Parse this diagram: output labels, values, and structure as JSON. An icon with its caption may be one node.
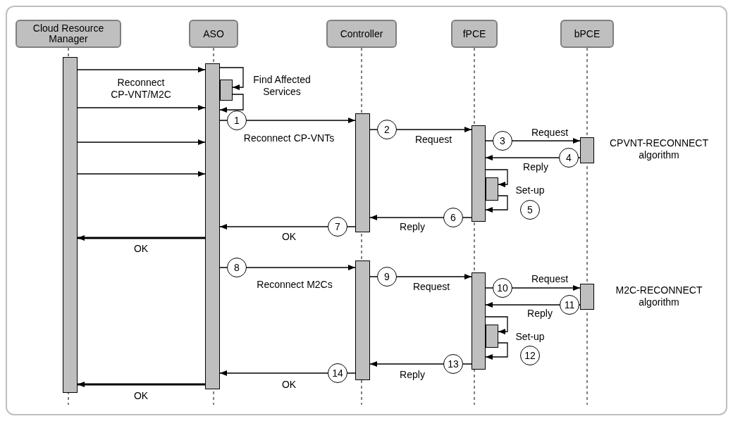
{
  "diagram": {
    "nodes": [
      {
        "text": [
          "Cloud Resource Manager"
        ]
      },
      {
        "text": [
          "ASO"
        ]
      },
      {
        "text": [
          "Controller"
        ]
      },
      {
        "text": [
          "fPCE"
        ]
      },
      {
        "text": [
          "bPCE"
        ]
      },
      {
        "text": [],
        "shape": "bar"
      },
      {
        "text": [],
        "shape": "bar"
      },
      {
        "text": [],
        "shape": "bar",
        "beside": [
          "Find Affected Services"
        ]
      },
      {
        "text": [],
        "shape": "bar"
      },
      {
        "text": [],
        "shape": "bar"
      },
      {
        "text": [],
        "shape": "bar",
        "beside": [
          "Set-up"
        ]
      },
      {
        "text": [],
        "shape": "bar",
        "beside": [
          "CPVNT-RECONNECT algorithm"
        ]
      },
      {
        "text": [],
        "shape": "bar"
      },
      {
        "text": [],
        "shape": "bar"
      },
      {
        "text": [],
        "shape": "bar",
        "beside": [
          "Set-up"
        ]
      },
      {
        "text": [],
        "shape": "bar",
        "beside": [
          "M2C-RECONNECT algorithm"
        ]
      }
    ],
    "edges": [
      {
        "from": 5,
        "to": 6,
        "arrow": "to",
        "label": "Reconnect CP-VNT/M2C"
      },
      {
        "from": 5,
        "to": 6,
        "arrow": "to"
      },
      {
        "from": 5,
        "to": 6,
        "arrow": "to"
      },
      {
        "from": 5,
        "to": 6,
        "arrow": "to"
      },
      {
        "from": 6,
        "to": 7,
        "arrow": "to"
      },
      {
        "from": 7,
        "to": 6,
        "arrow": "to"
      },
      {
        "from": 6,
        "to": 8,
        "arrow": "to",
        "label": "Reconnect CP-VNTs"
      },
      {
        "from": 8,
        "to": 9,
        "arrow": "to",
        "label": "Request"
      },
      {
        "from": 9,
        "to": 11,
        "arrow": "to",
        "label": "Request"
      },
      {
        "from": 11,
        "to": 9,
        "arrow": "to",
        "label": "Reply"
      },
      {
        "from": 9,
        "to": 10,
        "arrow": "to"
      },
      {
        "from": 10,
        "to": 9,
        "arrow": "to"
      },
      {
        "from": 9,
        "to": 8,
        "arrow": "to",
        "label": "Reply"
      },
      {
        "from": 8,
        "to": 6,
        "arrow": "to",
        "label": "OK"
      },
      {
        "from": 6,
        "to": 5,
        "arrow": "to",
        "label": "OK",
        "style": "thick"
      },
      {
        "from": 6,
        "to": 12,
        "arrow": "to",
        "label": "Reconnect M2Cs"
      },
      {
        "from": 12,
        "to": 13,
        "arrow": "to",
        "label": "Request"
      },
      {
        "from": 13,
        "to": 15,
        "arrow": "to",
        "label": "Request"
      },
      {
        "from": 15,
        "to": 13,
        "arrow": "to",
        "label": "Reply"
      },
      {
        "from": 13,
        "to": 14,
        "arrow": "to"
      },
      {
        "from": 14,
        "to": 13,
        "arrow": "to"
      },
      {
        "from": 13,
        "to": 12,
        "arrow": "to",
        "label": "Reply"
      },
      {
        "from": 12,
        "to": 6,
        "arrow": "to",
        "label": "OK"
      },
      {
        "from": 6,
        "to": 5,
        "arrow": "to",
        "label": "OK",
        "style": "thick"
      }
    ],
    "labels": [
      "1",
      "2",
      "3",
      "4",
      "5",
      "6",
      "7",
      "8",
      "9",
      "10",
      "11",
      "12",
      "13",
      "14"
    ]
  }
}
